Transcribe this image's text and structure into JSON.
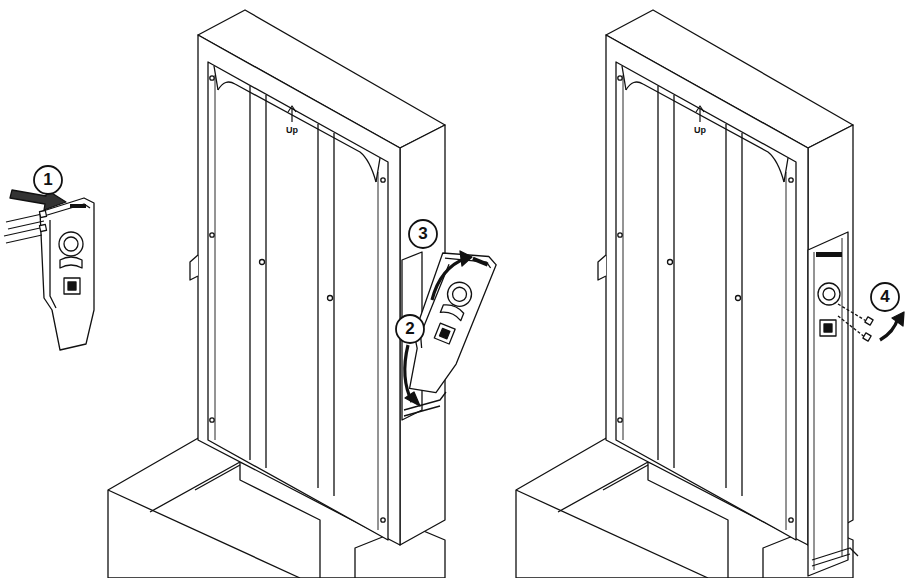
{
  "diagram": {
    "labels": [
      "1",
      "Up",
      "3",
      "2",
      "Up",
      "4"
    ]
  }
}
